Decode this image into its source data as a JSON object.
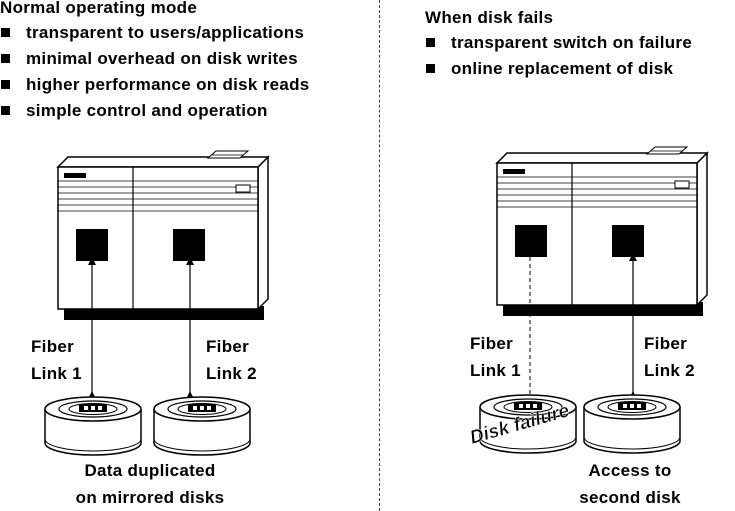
{
  "left_panel": {
    "title": "Normal operating mode",
    "bullets": [
      "transparent to users/applications",
      "minimal overhead on disk writes",
      "higher performance on disk reads",
      "simple control and operation"
    ],
    "link1": [
      "Fiber",
      "Link 1"
    ],
    "link2": [
      "Fiber",
      "Link 2"
    ],
    "caption": [
      "Data duplicated",
      "on mirrored disks"
    ]
  },
  "right_panel": {
    "title": "When disk fails",
    "bullets": [
      "transparent switch on failure",
      "online replacement of disk"
    ],
    "link1": [
      "Fiber",
      "Link 1"
    ],
    "link2": [
      "Fiber",
      "Link 2"
    ],
    "failure_label": "Disk failure",
    "caption": [
      "Access to",
      "second disk"
    ]
  }
}
